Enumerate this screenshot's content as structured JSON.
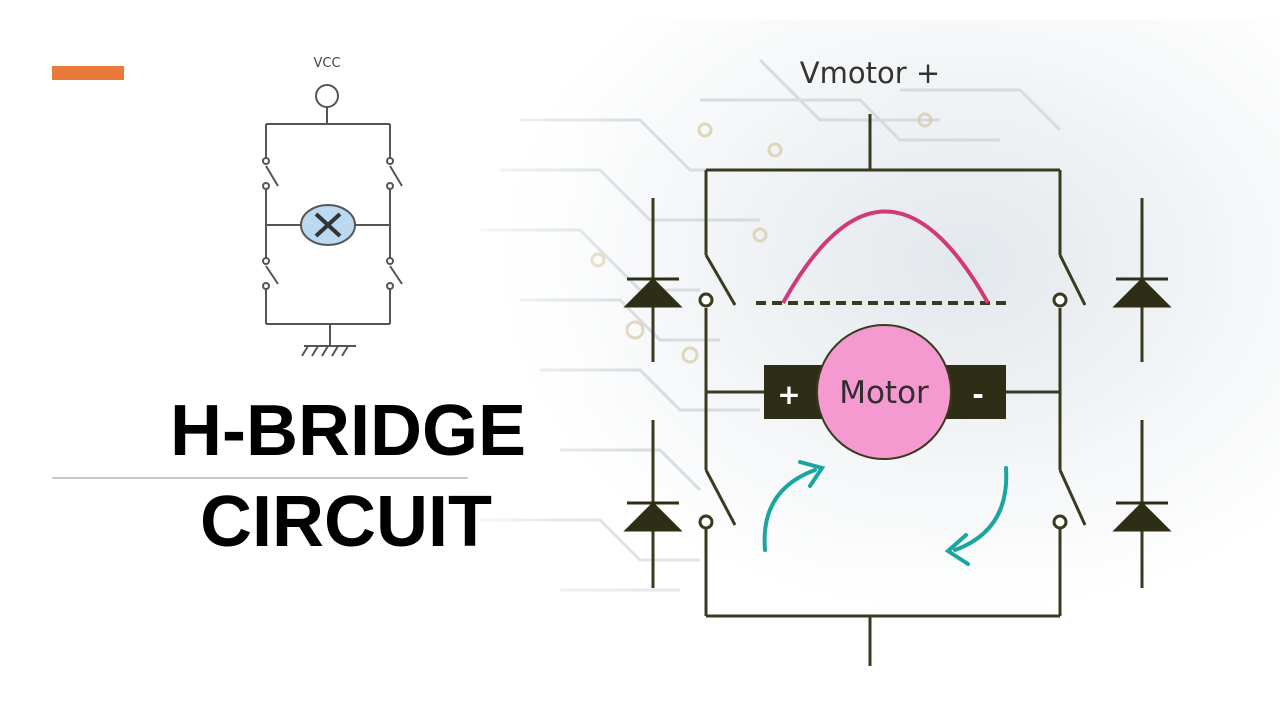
{
  "colors": {
    "accent": "#e97a3a",
    "wire": "#3a3a20",
    "motor_fill": "#f59ad0",
    "current_arrow": "#1aa5a0",
    "waveform": "#d03a78",
    "lamp_fill": "#bcd9f2",
    "terminal_fill": "#2e2e16"
  },
  "title": {
    "line1": "H-BRIDGE",
    "line2": "CIRCUIT"
  },
  "small_diagram": {
    "supply_label": "VCC"
  },
  "main_diagram": {
    "supply_label": "Vmotor +",
    "motor_label": "Motor",
    "positive_terminal": "+",
    "negative_terminal": "-"
  }
}
